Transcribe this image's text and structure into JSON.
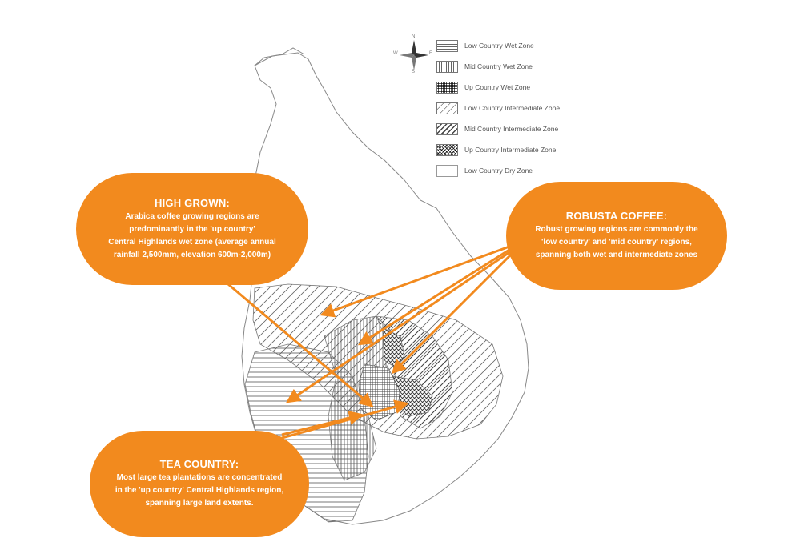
{
  "legend": [
    {
      "label": "Low Country Wet Zone",
      "pattern": "hlines"
    },
    {
      "label": "Mid Country Wet Zone",
      "pattern": "vlines"
    },
    {
      "label": "Up Country Wet Zone",
      "pattern": "dense-grid"
    },
    {
      "label": "Low Country Intermediate Zone",
      "pattern": "diag"
    },
    {
      "label": "Mid Country Intermediate Zone",
      "pattern": "diag-bold"
    },
    {
      "label": "Up Country Intermediate Zone",
      "pattern": "crosshatch"
    },
    {
      "label": "Low Country Dry Zone",
      "pattern": "blank"
    }
  ],
  "compass": {
    "n": "N",
    "s": "S",
    "e": "E",
    "w": "W",
    "icon": "compass-rose-icon"
  },
  "callouts": {
    "high_grown": {
      "title": "HIGH GROWN:",
      "lines": [
        "Arabica coffee growing regions are",
        "predominantly in the 'up country'",
        "Central Highlands wet zone (average annual",
        "rainfall 2,500mm, elevation 600m-2,000m)"
      ]
    },
    "robusta": {
      "title": "ROBUSTA COFFEE:",
      "lines": [
        "Robust growing regions are commonly the",
        "'low country' and 'mid country' regions,",
        "spanning both wet and intermediate zones"
      ]
    },
    "tea": {
      "title": "TEA COUNTRY:",
      "lines": [
        "Most large tea plantations are concentrated",
        "in the 'up country' Central Highlands region,",
        "spanning large land extents."
      ]
    }
  },
  "colors": {
    "accent": "#f28a1e",
    "outline": "#888888",
    "hatch": "#555555"
  }
}
